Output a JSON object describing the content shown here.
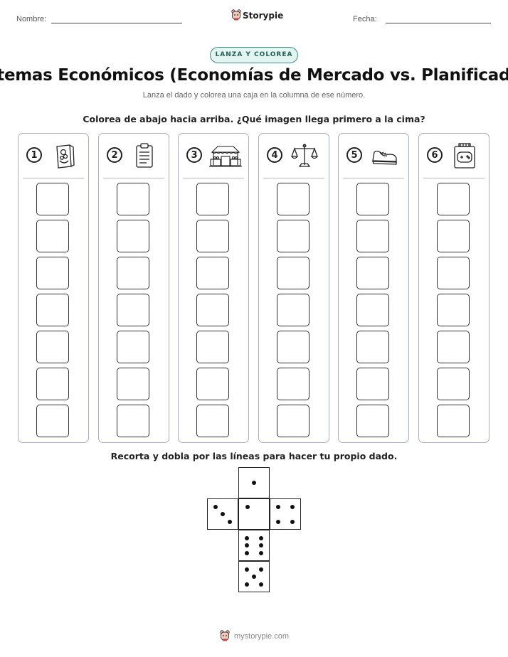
{
  "header": {
    "name_label": "Nombre:",
    "date_label": "Fecha:",
    "brand": "Storypie"
  },
  "badge": "LANZA Y COLOREA",
  "title": "Sistemas Económicos (Economías de Mercado vs. Planificadas)",
  "subtitle": "Lanza el dado y colorea una caja en la columna de ese número.",
  "instruction_top": "Colorea de abajo hacia arriba. ¿Qué imagen llega primero a la cima?",
  "columns": [
    {
      "number": "1",
      "icon": "cereal-box-icon"
    },
    {
      "number": "2",
      "icon": "clipboard-icon"
    },
    {
      "number": "3",
      "icon": "market-stalls-icon"
    },
    {
      "number": "4",
      "icon": "balance-scale-icon"
    },
    {
      "number": "5",
      "icon": "shoe-icon"
    },
    {
      "number": "6",
      "icon": "game-console-icon"
    }
  ],
  "boxes_per_column": 7,
  "instruction_bottom": "Recorta y dobla por las líneas para hacer tu propio dado.",
  "footer": "mystorypie.com"
}
